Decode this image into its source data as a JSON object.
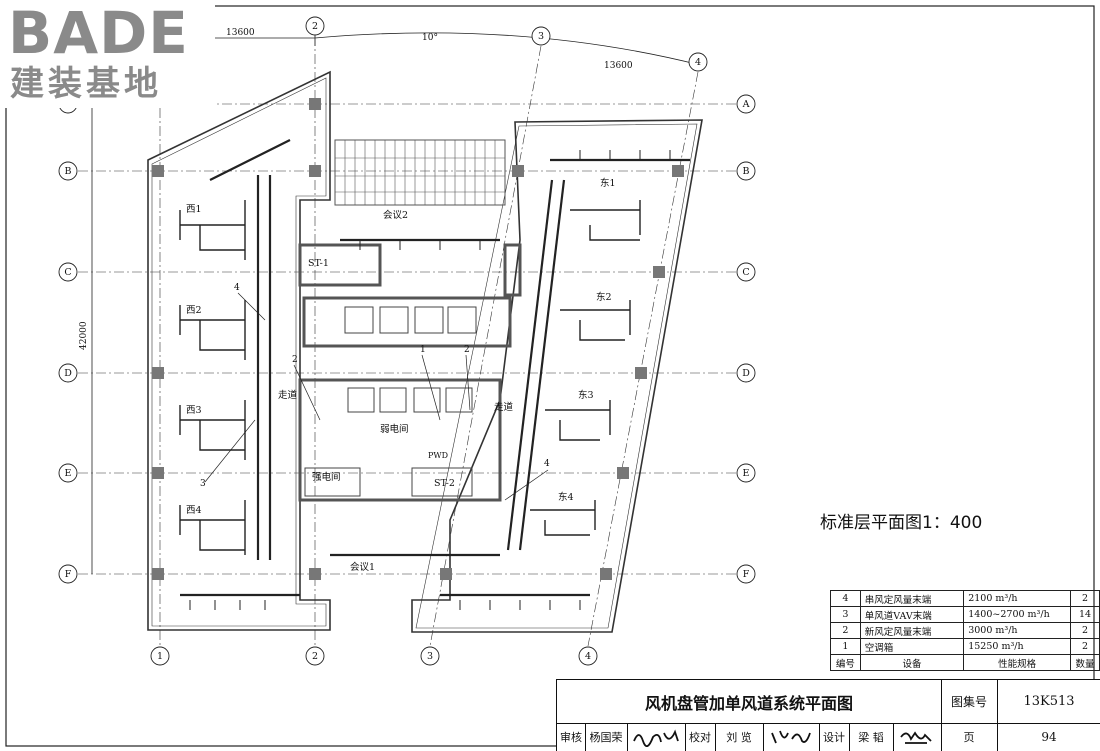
{
  "logo": {
    "main": "BADE",
    "sub": "建装基地"
  },
  "drawing": {
    "plan_title": "标准层平面图1：400",
    "dimensions": {
      "top_left": "13600",
      "angle": "10°",
      "top_right": "13600",
      "height": "42000"
    },
    "grid_rows": [
      "A",
      "B",
      "C",
      "D",
      "E",
      "F"
    ],
    "grid_columns": [
      "1",
      "2",
      "3",
      "4"
    ],
    "room_labels": {
      "west": [
        "西1",
        "西2",
        "西3",
        "西4"
      ],
      "east": [
        "东1",
        "东2",
        "东3",
        "东4"
      ],
      "meeting_2": "会议2",
      "meeting_1": "会议1",
      "stair_1": "ST-1",
      "stair_2": "ST-2",
      "corridor_left": "走道",
      "corridor_right": "走道",
      "electrical_room_1": "强电间",
      "electrical_room_2": "弱电间",
      "pwd": "PWD"
    },
    "callouts": [
      "1",
      "2",
      "2",
      "3",
      "4",
      "4"
    ]
  },
  "equipment_table": {
    "headers": {
      "no": "编号",
      "equipment": "设备",
      "spec": "性能规格",
      "qty": "数量"
    },
    "rows": [
      {
        "no": "4",
        "equipment": "串风定风量末端",
        "spec": "2100 m³/h",
        "qty": "2"
      },
      {
        "no": "3",
        "equipment": "单风道VAV末端",
        "spec": "1400~2700 m³/h",
        "qty": "14"
      },
      {
        "no": "2",
        "equipment": "新风定风量末端",
        "spec": "3000 m³/h",
        "qty": "2"
      },
      {
        "no": "1",
        "equipment": "空调箱",
        "spec": "15250 m³/h",
        "qty": "2"
      }
    ]
  },
  "title_block": {
    "drawing_title": "风机盘管加单风道系统平面图",
    "atlas_label": "图集号",
    "atlas_no": "13K513",
    "reviewer_label": "审核",
    "reviewer": "杨国荣",
    "checker_label": "校对",
    "checker": "刘 览",
    "designer_label": "设计",
    "designer": "梁 韬",
    "page_label": "页",
    "page_no": "94"
  }
}
